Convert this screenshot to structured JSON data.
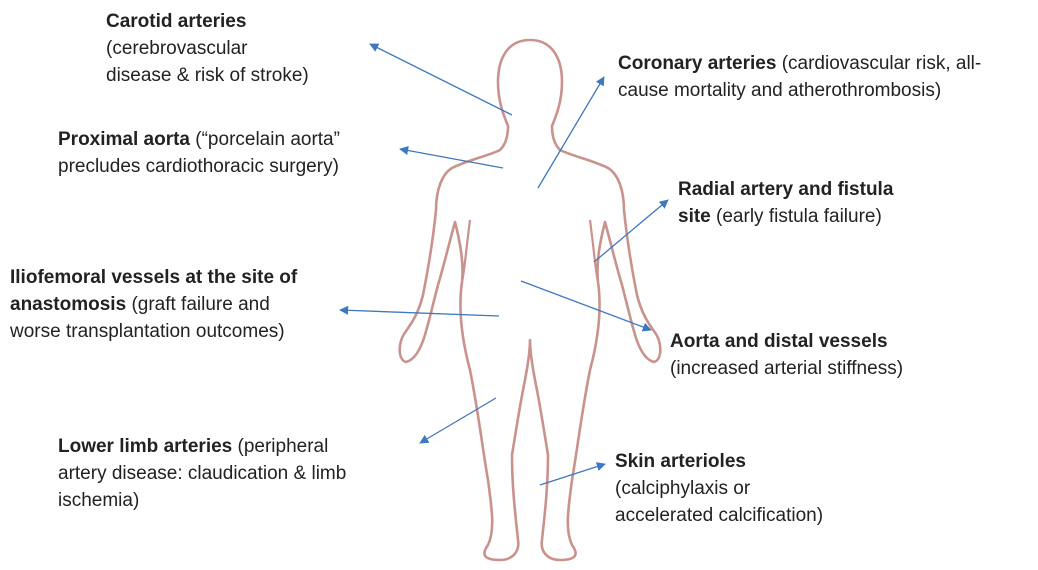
{
  "colors": {
    "body_outline": "#c9928c",
    "arrow": "#3d78c0",
    "text": "#222222"
  },
  "labels": {
    "carotid": {
      "title": "Carotid arteries",
      "desc_line1": "(cerebrovascular",
      "desc_line2": "disease & risk of stroke)"
    },
    "coronary": {
      "title": "Coronary arteries",
      "desc_line1": "(cardiovascular risk, all-",
      "desc_line2": "cause mortality and atherothrombosis)"
    },
    "proximal": {
      "title": "Proximal aorta",
      "desc_line1": "(“porcelain aorta”",
      "desc_line2": "precludes cardiothoracic surgery)"
    },
    "radial": {
      "title_line1": "Radial artery and fistula",
      "title_line2": "site",
      "desc": "(early fistula failure)"
    },
    "iliofemoral": {
      "title_line1": "Iliofemoral vessels at the site of",
      "title_line2": "anastomosis",
      "desc_line1": "(graft failure and",
      "desc_line2": "worse transplantation outcomes)"
    },
    "aorta_distal": {
      "title": "Aorta and distal vessels",
      "desc": "(increased arterial stiffness)"
    },
    "lower_limb": {
      "title": "Lower limb arteries",
      "desc_line1": "(peripheral",
      "desc_line2": "artery disease: claudication & limb",
      "desc_line3": "ischemia)"
    },
    "skin": {
      "title": "Skin arterioles",
      "desc_line1": "(calciphylaxis or",
      "desc_line2": "accelerated calcification)"
    }
  }
}
